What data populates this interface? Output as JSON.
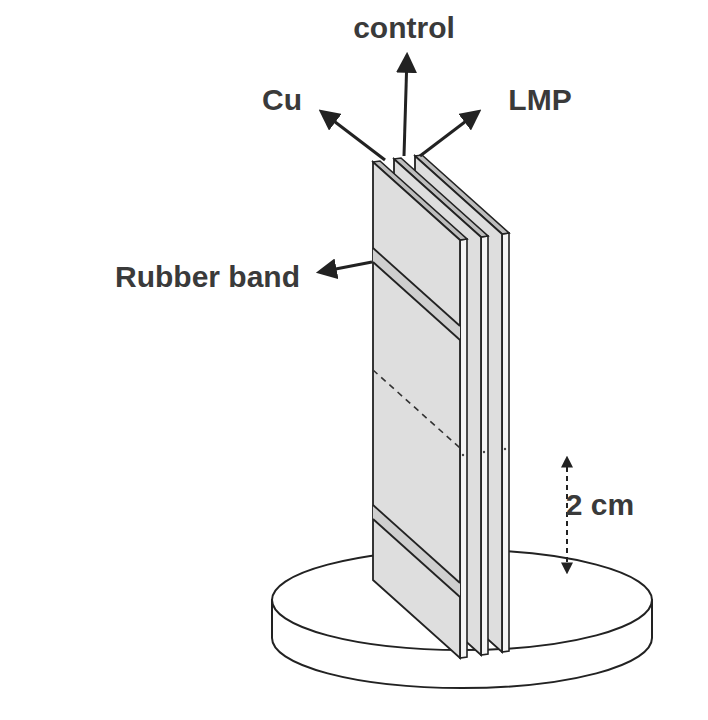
{
  "diagram": {
    "labels": [
      "control",
      "Cu",
      "LMP",
      "Rubber band",
      "2 cm"
    ]
  }
}
